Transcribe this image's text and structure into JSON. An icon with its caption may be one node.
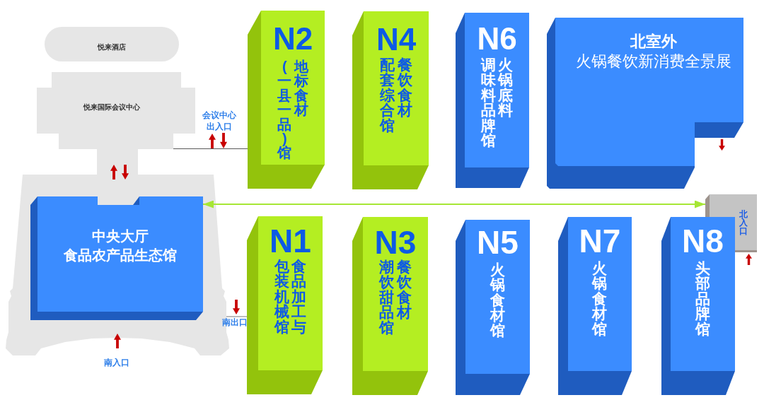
{
  "diagram": {
    "nodes": [
      {
        "text": [
          "悦来酒店"
        ]
      },
      {
        "text": [
          "悦来国际会议中心"
        ]
      },
      {
        "text": [],
        "shape": "box"
      },
      {
        "text": [
          "中央大厅",
          "食品农产品生态馆"
        ],
        "in": 2
      },
      {
        "text": [
          "N2",
          "地标食材(一县一品)馆"
        ]
      },
      {
        "text": [
          "N4",
          "餐饮食材配套综合馆"
        ]
      },
      {
        "text": [
          "N6",
          "火锅底料调味料品牌馆"
        ]
      },
      {
        "text": [
          "北室外",
          "火锅餐饮新消费全景展"
        ]
      },
      {
        "text": [
          "N1",
          "食品加工与包装机械馆"
        ]
      },
      {
        "text": [
          "N3",
          "餐饮食材潮饮甜品馆"
        ]
      },
      {
        "text": [
          "N5",
          "火锅食材馆"
        ]
      },
      {
        "text": [
          "N7",
          "火锅食材馆"
        ]
      },
      {
        "text": [
          "北入口"
        ]
      },
      {
        "text": [
          "N8",
          "头部品牌馆"
        ]
      }
    ],
    "edges": [
      {
        "from": 3,
        "to": 12,
        "arrow": "both",
        "color": "#a6e635"
      },
      {
        "from": 1,
        "to": 4,
        "arrow": "none",
        "color": "#595959"
      },
      {
        "from": 2,
        "to": 8,
        "arrow": "none",
        "color": "#a6a6a6"
      }
    ],
    "labels": [
      "会议中心出入口",
      "南出口",
      "南入口"
    ]
  }
}
